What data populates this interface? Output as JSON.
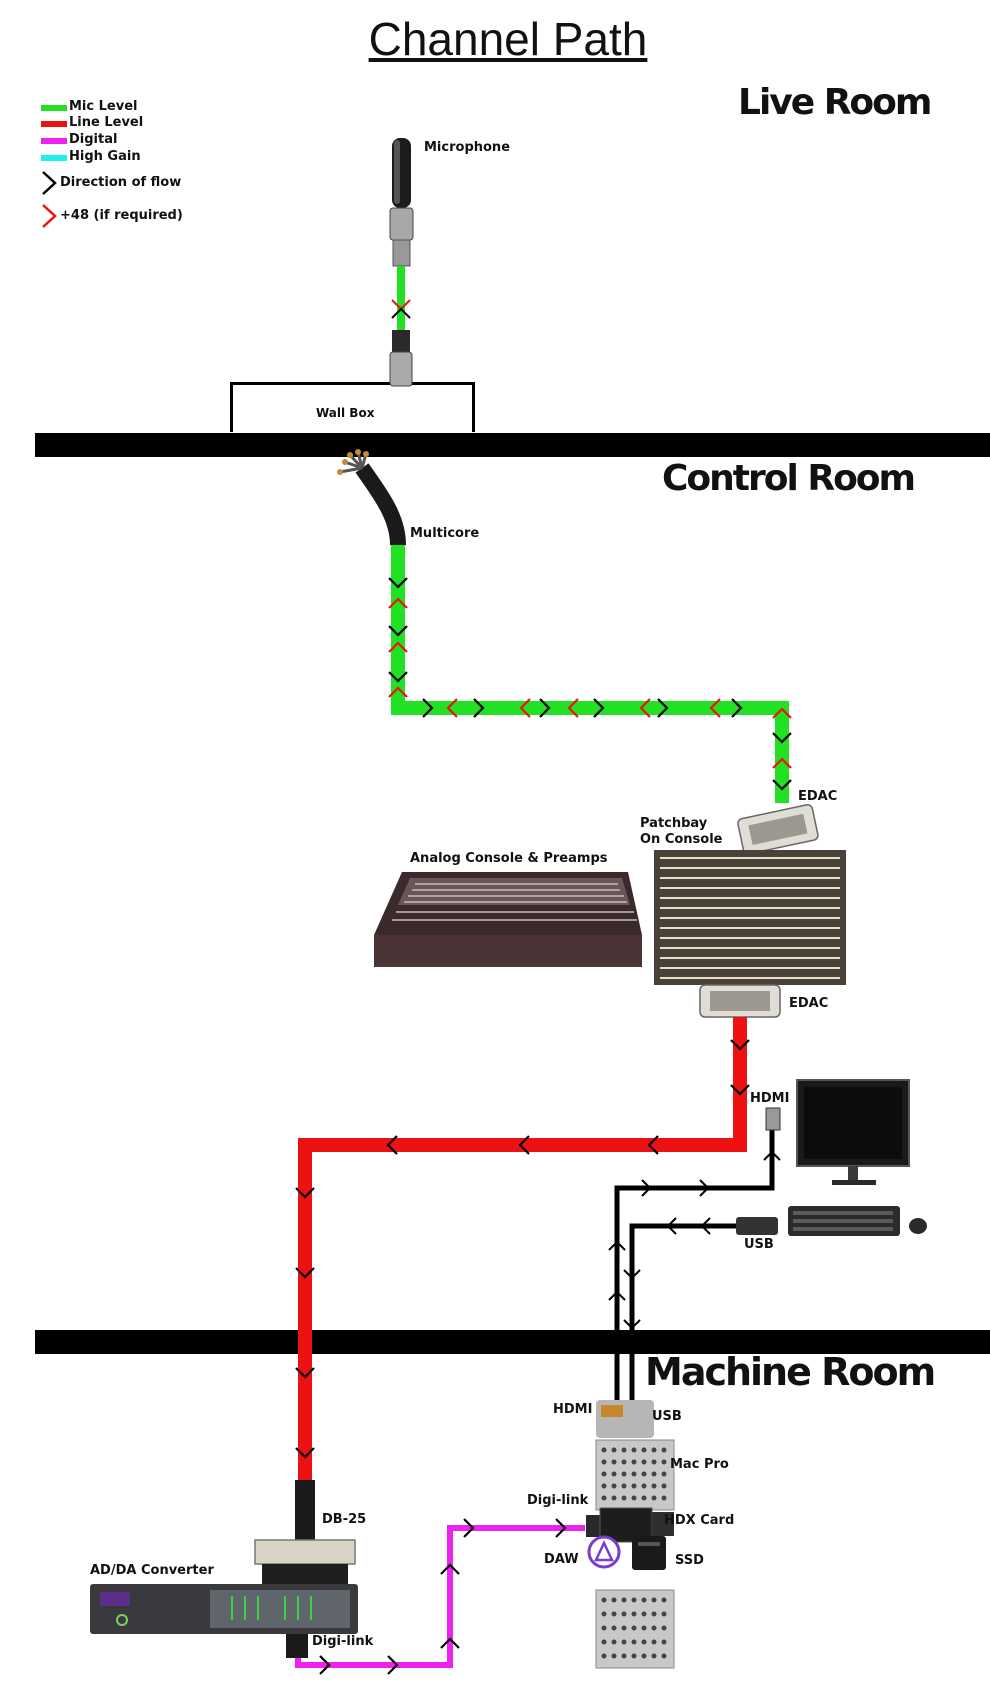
{
  "title": "Channel Path",
  "rooms": {
    "live": "Live Room",
    "control": "Control Room",
    "machine": "Machine Room"
  },
  "legend": {
    "mic": "Mic Level",
    "line": "Line Level",
    "digital": "Digital",
    "high_gain": "High Gain",
    "direction": "Direction of flow",
    "phantom": "+48 (if required)"
  },
  "labels": {
    "microphone": "Microphone",
    "wall_box": "Wall Box",
    "multicore": "Multicore",
    "edac_top": "EDAC",
    "patchbay_1": "Patchbay",
    "patchbay_2": "On Console",
    "console": "Analog Console & Preamps",
    "edac_bottom": "EDAC",
    "hdmi_monitor": "HDMI",
    "usb_keyboard": "USB",
    "hdmi_mac": "HDMI",
    "usb_mac": "USB",
    "mac_pro": "Mac Pro",
    "digilink_mac": "Digi-link",
    "hdx_card": "HDX Card",
    "daw": "DAW",
    "ssd": "SSD",
    "db25": "DB-25",
    "adda": "AD/DA Converter",
    "digilink_adda": "Digi-link"
  },
  "colors": {
    "mic": "#22e022",
    "line": "#ee1111",
    "digital": "#ee22ee",
    "high_gain": "#22eeee",
    "direction": "#000000",
    "phantom": "#ee1111"
  }
}
